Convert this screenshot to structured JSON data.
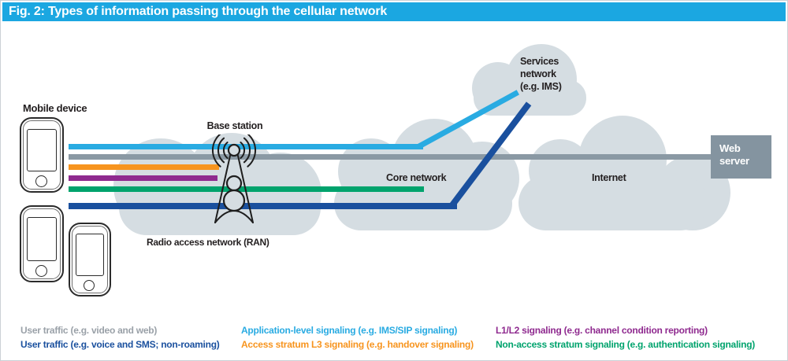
{
  "title": "Fig. 2: Types of information passing through the cellular network",
  "nodes": {
    "mobile_device": "Mobile device",
    "base_station": "Base station",
    "ran": "Radio access network (RAN)",
    "core_network": "Core network",
    "internet": "Internet",
    "services_network": {
      "line1": "Services",
      "line2": "network",
      "line3": "(e.g. IMS)"
    },
    "web_server": {
      "line1": "Web",
      "line2": "server"
    }
  },
  "legend": {
    "items": [
      {
        "id": "user-traffic-web",
        "label": "User traffic (e.g. video and web)",
        "color": "#9AA1A8"
      },
      {
        "id": "user-traffic-voice",
        "label": "User traffic (e.g. voice and SMS; non-roaming)",
        "color": "#1A509E"
      },
      {
        "id": "application-signaling",
        "label": "Application-level signaling (e.g. IMS/SIP signaling)",
        "color": "#29ABE2"
      },
      {
        "id": "access-stratum",
        "label": "Access stratum L3 signaling (e.g. handover signaling)",
        "color": "#F7941E"
      },
      {
        "id": "l1l2-signaling",
        "label": "L1/L2 signaling (e.g. channel condition reporting)",
        "color": "#8F2A8F"
      },
      {
        "id": "non-access-stratum",
        "label": "Non-access stratum signaling (e.g. authentication signaling)",
        "color": "#00A36D"
      }
    ]
  },
  "colors": {
    "header": "#1BA7E1",
    "cloud": "#D5DDE2",
    "line_user_web": "#8A99A4",
    "line_user_voice": "#1A509E",
    "line_app_signaling": "#29ABE2",
    "line_access_stratum": "#F7941E",
    "line_l1l2": "#8F2A8F",
    "line_nas": "#00A36D",
    "web_server_box": "#8494A0"
  }
}
